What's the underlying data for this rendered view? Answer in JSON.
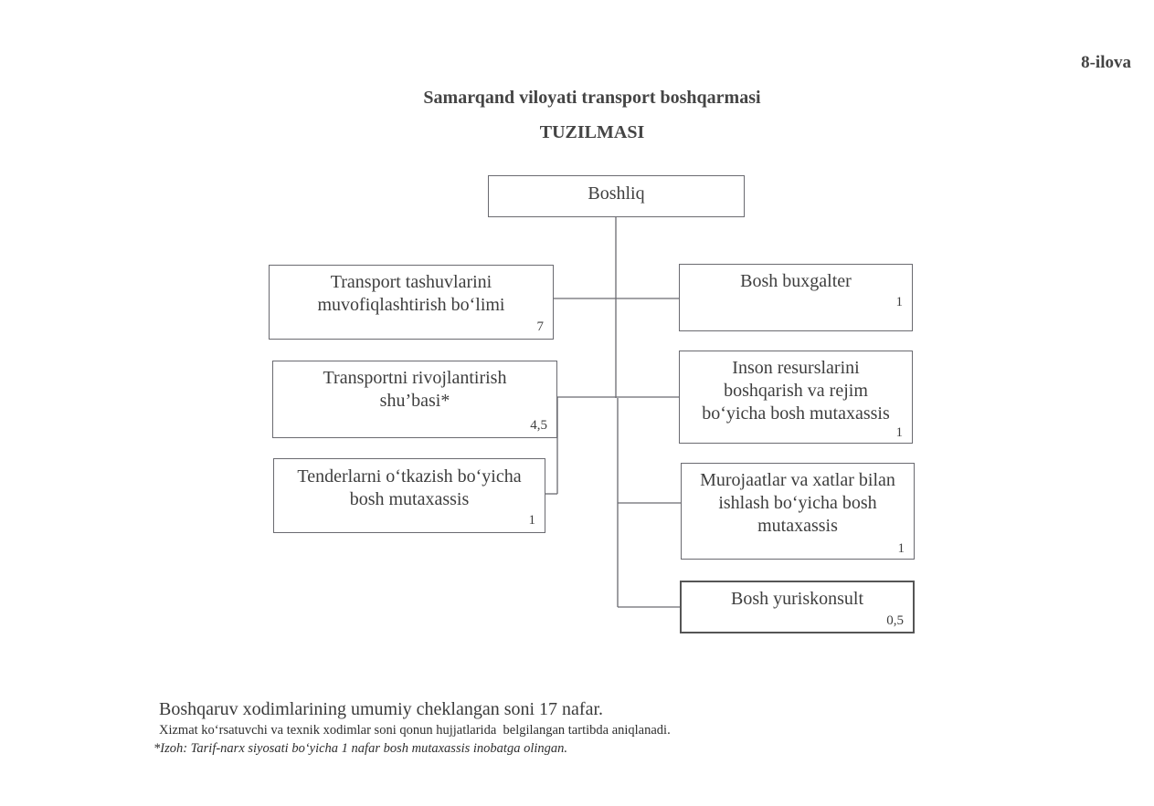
{
  "document": {
    "annex_label": "8-ilova",
    "title": "Samarqand viloyati transport boshqarmasi",
    "subtitle": "TUZILMASI"
  },
  "org_chart": {
    "head": {
      "label": "Boshliq"
    },
    "left_units": [
      {
        "label_lines": [
          "Transport tashuvlarini",
          "muvofiqlashtirish bo‘limi"
        ],
        "count": "7"
      },
      {
        "label_lines": [
          "Transportni rivojlantirish",
          "shu’basi*"
        ],
        "count": "4,5"
      },
      {
        "label_lines": [
          "Tenderlarni o‘tkazish bo‘yicha",
          "bosh mutaxassis"
        ],
        "count": "1"
      }
    ],
    "right_units": [
      {
        "label_lines": [
          "Bosh buxgalter"
        ],
        "count": "1"
      },
      {
        "label_lines": [
          "Inson resurslarini",
          "boshqarish va rejim",
          "bo‘yicha bosh mutaxassis"
        ],
        "count": "1"
      },
      {
        "label_lines": [
          "Murojaatlar va xatlar bilan",
          "ishlash bo‘yicha bosh",
          "mutaxassis"
        ],
        "count": "1"
      },
      {
        "label_lines": [
          "Bosh yuriskonsult"
        ],
        "count": "0,5"
      }
    ]
  },
  "footer": {
    "total_staff": "Boshqaruv xodimlarining umumiy cheklangan soni 17 nafar.",
    "service_staff_note": "Xizmat ko‘rsatuvchi va texnik xodimlar soni qonun hujjatlarida  belgilangan tartibda aniqlanadi.",
    "asterisk_note": "*Izoh: Tarif-narx siyosati bo‘yicha 1 nafar bosh mutaxassis inobatga olingan."
  }
}
